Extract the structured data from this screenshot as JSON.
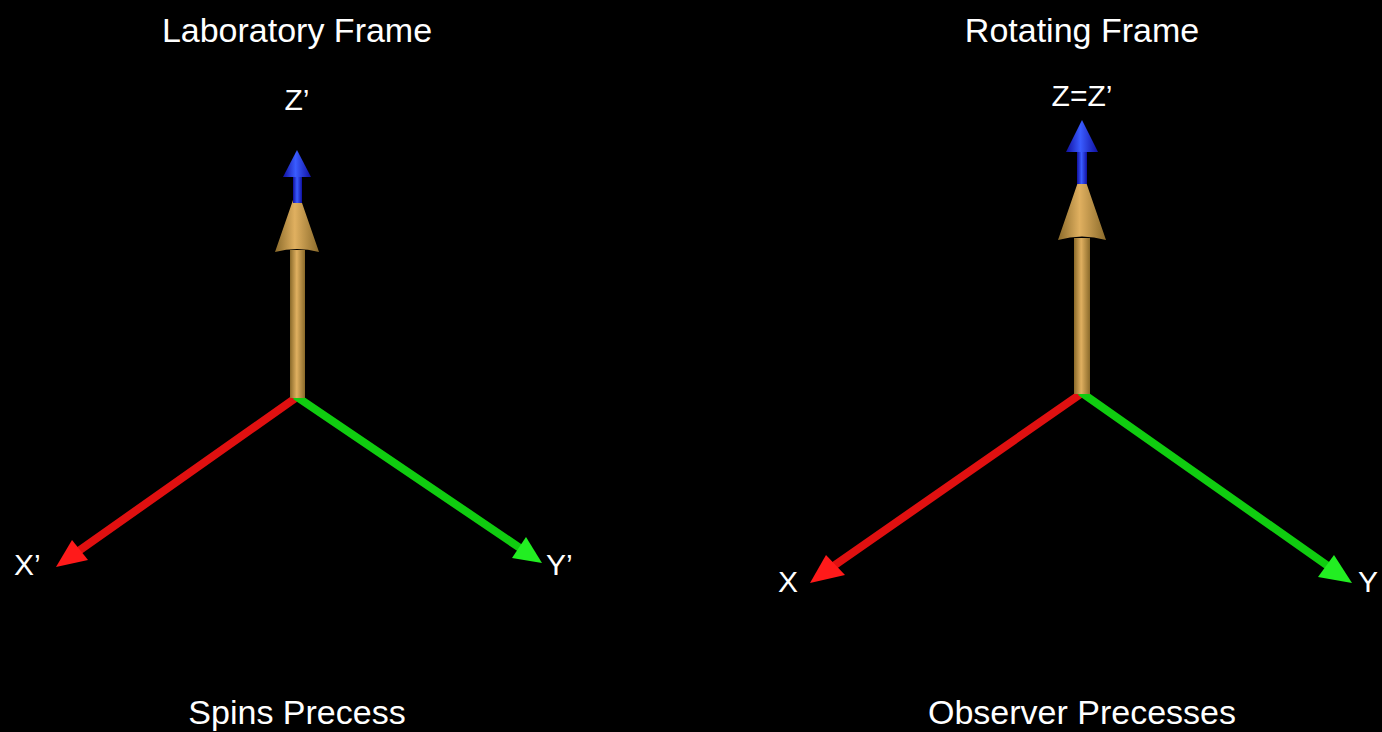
{
  "diagram": {
    "labels": [
      "Laboratory Frame",
      "Z’",
      "X’",
      "Y’",
      "Spins Precess",
      "Rotating Frame",
      "Z=Z’",
      "X",
      "Y",
      "Observer Precesses"
    ]
  }
}
